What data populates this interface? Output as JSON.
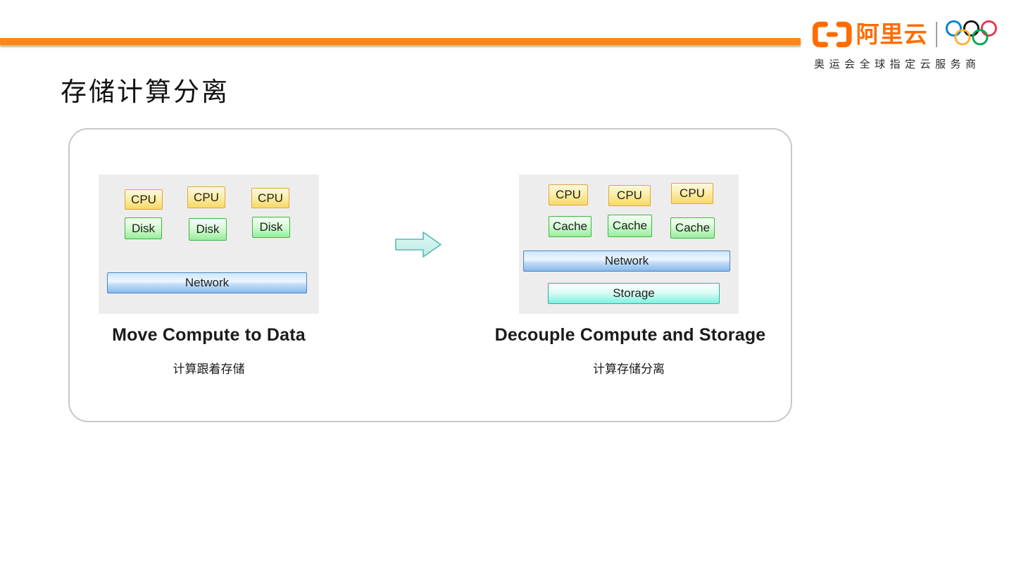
{
  "brand": {
    "logo_text": "阿里云",
    "tagline": "奥运会全球指定云服务商",
    "accent_color": "#F6891E",
    "logo_color": "#FF6C00"
  },
  "slide": {
    "title": "存储计算分离"
  },
  "diagram": {
    "left": {
      "compute_nodes": [
        "CPU",
        "CPU",
        "CPU"
      ],
      "disk_nodes": [
        "Disk",
        "Disk",
        "Disk"
      ],
      "network_bus": "Network",
      "heading": "Move Compute to Data",
      "subheading": "计算跟着存储"
    },
    "right": {
      "compute_nodes": [
        "CPU",
        "CPU",
        "CPU"
      ],
      "cache_nodes": [
        "Cache",
        "Cache",
        "Cache"
      ],
      "network_bus": "Network",
      "storage_bus": "Storage",
      "heading": "Decouple Compute and Storage",
      "subheading": "计算存储分离"
    }
  },
  "colors": {
    "cpu_fill_border": "#DFA63E",
    "disk_fill_border": "#3FB53F",
    "network_border": "#4D86C0",
    "storage_border": "#2FADA4",
    "panel_bg": "#EDEDED",
    "arrow_border": "#55B9B4"
  }
}
